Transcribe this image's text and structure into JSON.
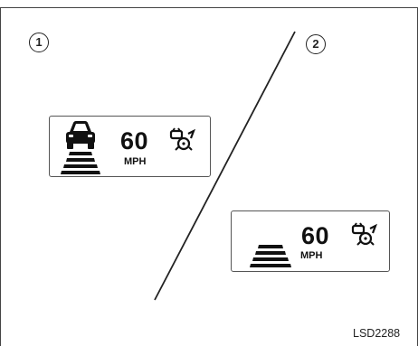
{
  "callouts": {
    "first": "1",
    "second": "2"
  },
  "panel_1": {
    "speed": "60",
    "unit": "MPH",
    "icons": [
      "vehicle-ahead-icon",
      "lane-markers-icon",
      "steering-assist-icon"
    ]
  },
  "panel_2": {
    "speed": "60",
    "unit": "MPH",
    "icons": [
      "lane-markers-icon",
      "steering-assist-icon"
    ]
  },
  "figure_code": "LSD2288",
  "colors": {
    "line": "#222222",
    "frame": "#555555",
    "fill": "#111111"
  }
}
